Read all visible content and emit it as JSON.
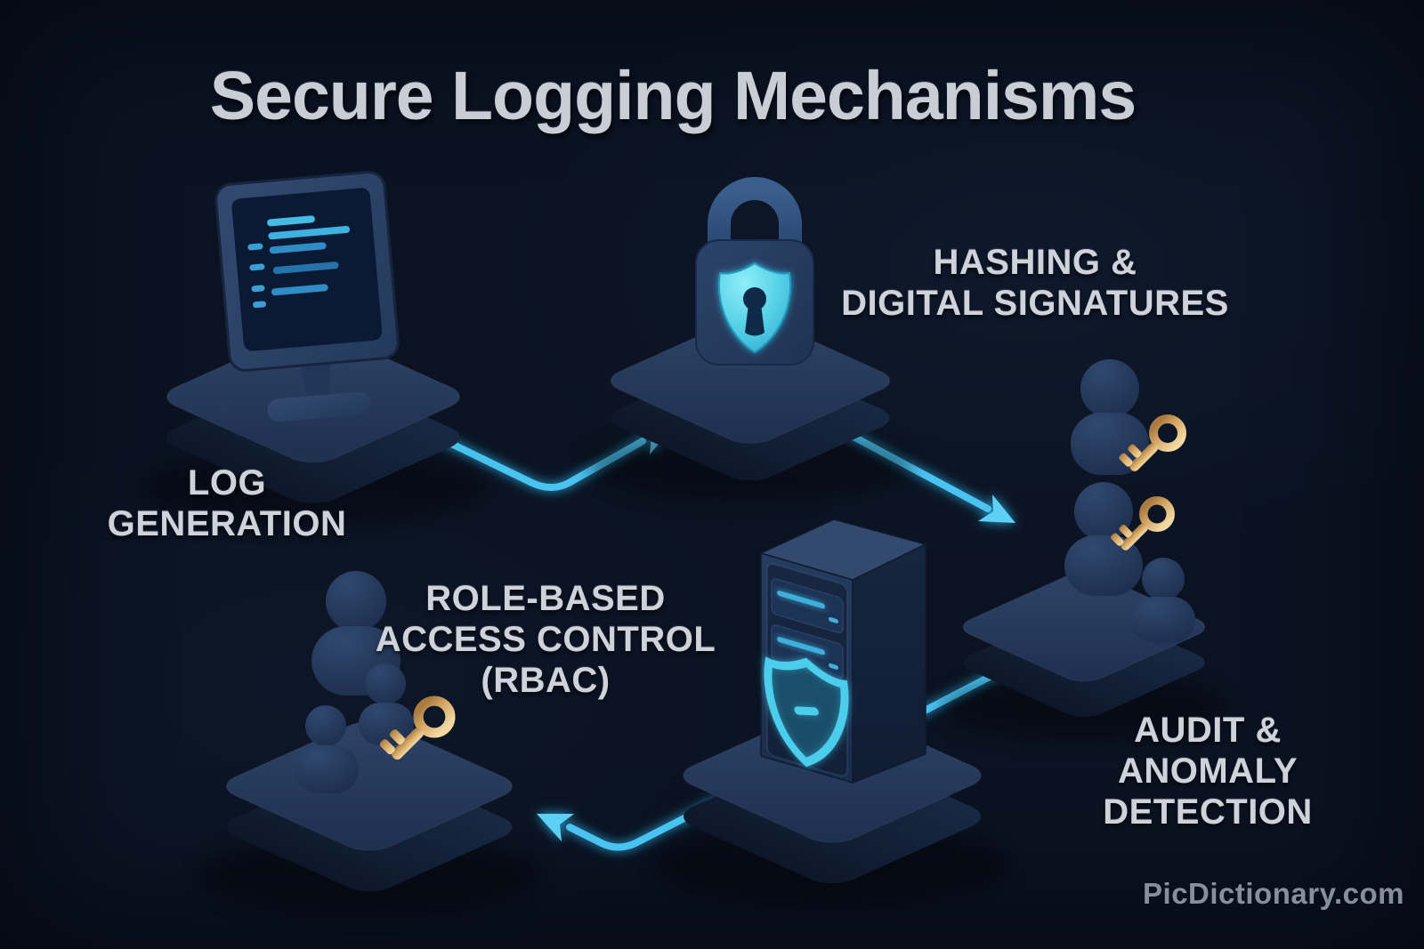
{
  "header": {
    "title": "Secure Logging Mechanisms"
  },
  "diagram": {
    "labels": {
      "log_generation": {
        "lines": [
          "LOG",
          "GENERATION"
        ]
      },
      "hashing_signatures": {
        "lines": [
          "HASHING &",
          "DIGITAL SIGNATURES"
        ]
      },
      "rbac": {
        "lines": [
          "ROLE-BASED",
          "ACCESS CONTROL",
          "(RBAC)"
        ]
      },
      "audit_anomaly": {
        "lines": [
          "AUDIT &",
          "ANOMALY",
          "DETECTION"
        ]
      }
    },
    "nodes": [
      {
        "id": "log-generation",
        "icon": "monitor-logs-icon",
        "label": "LOG GENERATION"
      },
      {
        "id": "hashing-digital-signatures",
        "icon": "padlock-shield-icon",
        "label": "HASHING & DIGITAL SIGNATURES"
      },
      {
        "id": "user-access-keys",
        "icon": "users-with-keys-icon",
        "label": ""
      },
      {
        "id": "audit-anomaly-detection",
        "icon": "server-shield-icon",
        "label": "AUDIT & ANOMALY DETECTION"
      },
      {
        "id": "rbac-users",
        "icon": "users-group-with-key-icon",
        "label": "ROLE-BASED ACCESS CONTROL (RBAC)"
      }
    ],
    "arrows": [
      {
        "from": "log-generation",
        "to": "hashing-digital-signatures"
      },
      {
        "from": "hashing-digital-signatures",
        "to": "user-access-keys"
      },
      {
        "from": "user-access-keys",
        "to": "audit-anomaly-detection"
      },
      {
        "from": "audit-anomaly-detection",
        "to": "rbac-users"
      }
    ],
    "colors": {
      "background": "#0b1322",
      "platform_top": "#2a3e61",
      "platform_side": "#122138",
      "icon_body_blue": "#273d60",
      "shackle_blue": "#31517f",
      "accent_arrow_cyan": "#4cc3f1",
      "shield_cyan": "#53cfe6",
      "screen_line_cyan": "#41aeda",
      "key_gold": "#d7a968",
      "title_text": "#c9cdd5",
      "label_text": "#ced3db",
      "watermark_text": "#959daa"
    }
  },
  "footer": {
    "watermark": "PicDictionary.com"
  }
}
